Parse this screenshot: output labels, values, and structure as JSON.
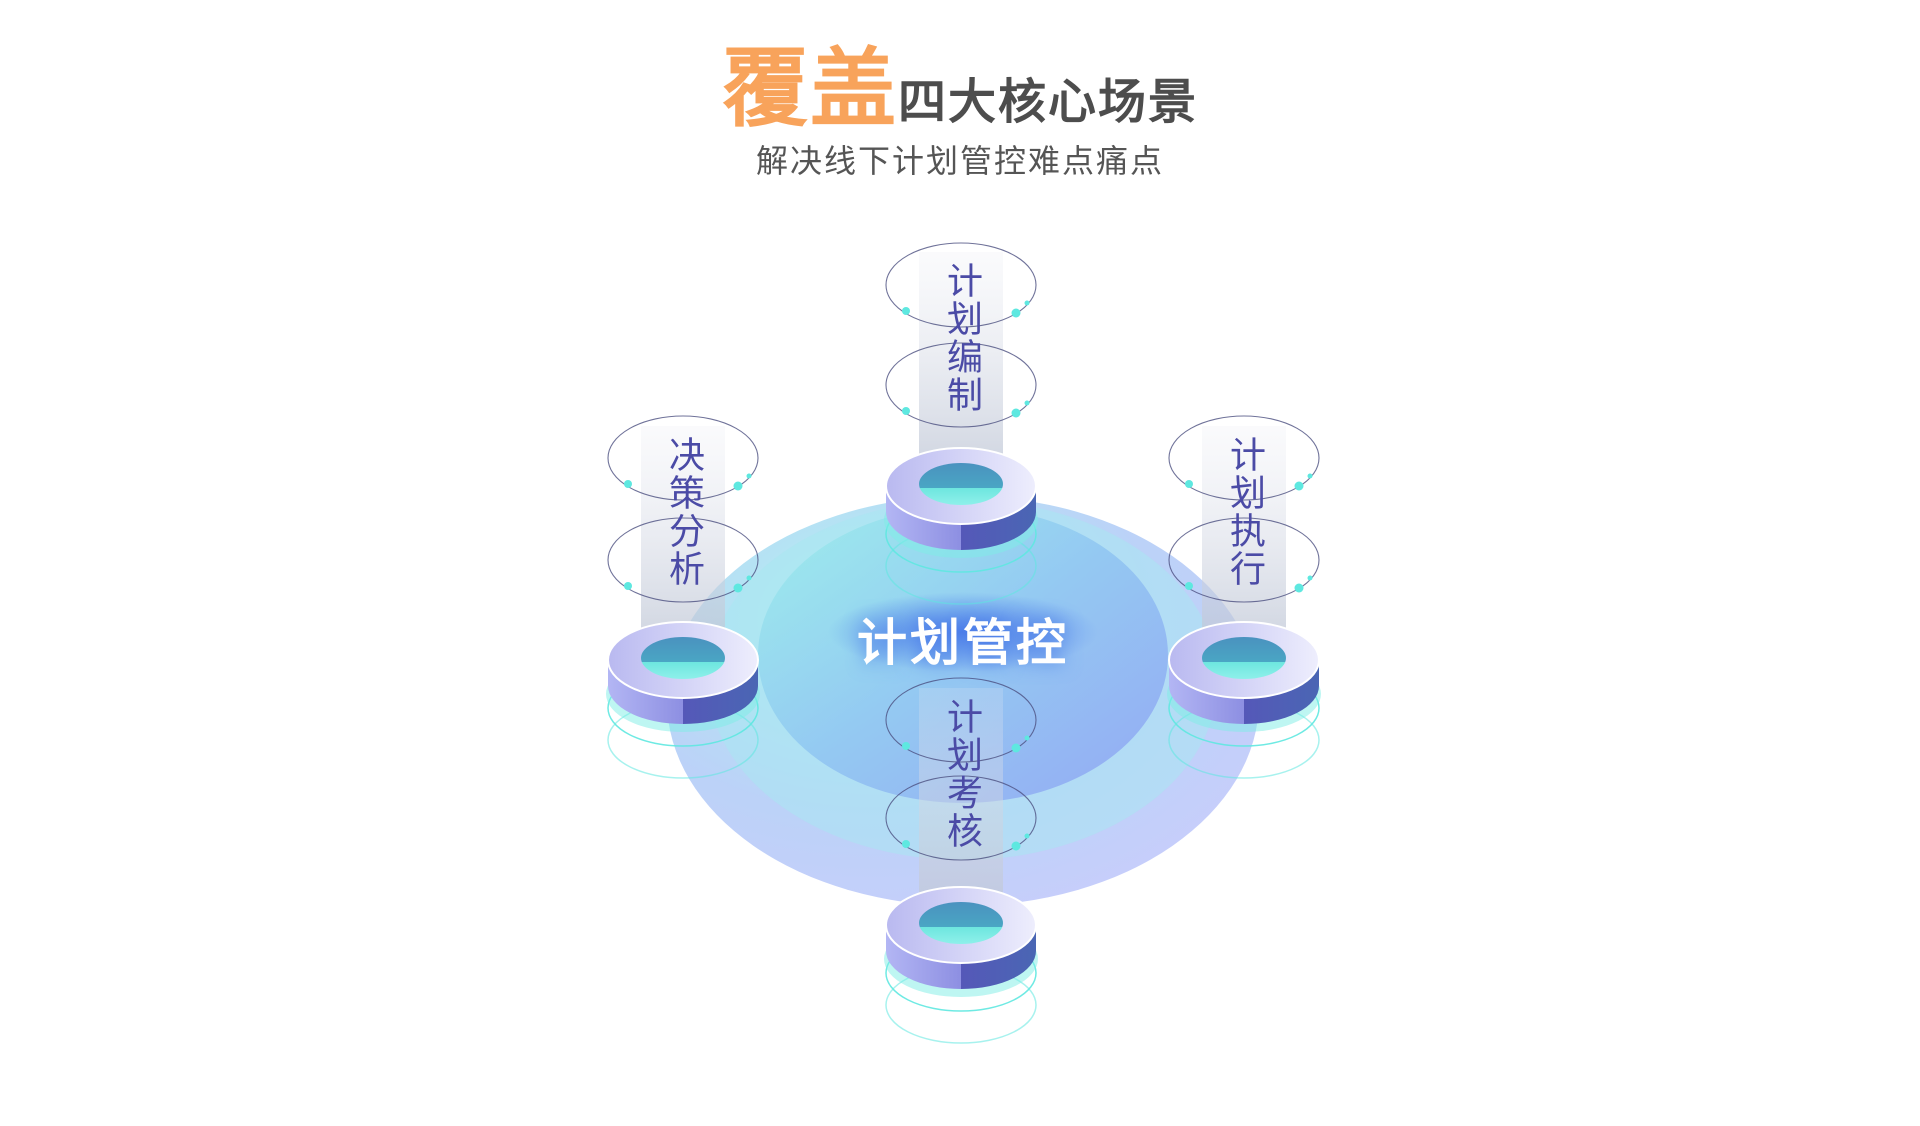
{
  "header": {
    "title_highlight": "覆盖",
    "title_rest": "四大核心场景",
    "subtitle": "解决线下计划管控难点痛点"
  },
  "diagram": {
    "center_label": "计划管控",
    "nodes": [
      {
        "id": "plan-compile",
        "label": "计划编制",
        "position": "top"
      },
      {
        "id": "decision-analysis",
        "label": "决策分析",
        "position": "left"
      },
      {
        "id": "plan-execute",
        "label": "计划执行",
        "position": "right"
      },
      {
        "id": "plan-assess",
        "label": "计划考核",
        "position": "bottom"
      }
    ]
  },
  "colors": {
    "accent": "#f8a35b",
    "title_text": "#4d4d4d",
    "node_label": "#4b4ba6",
    "cyan": "#5ee8e0",
    "platform": "#8fa8f5"
  }
}
